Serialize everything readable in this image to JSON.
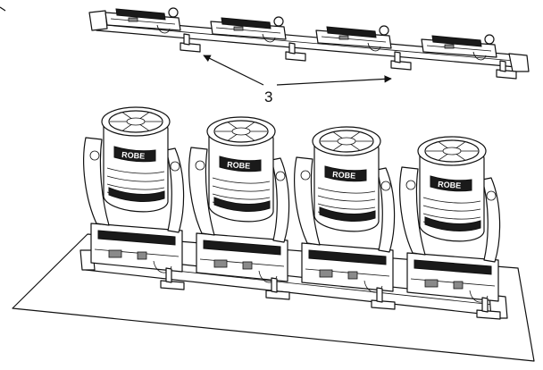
{
  "callout": {
    "label": "3"
  },
  "brand": {
    "logo_text": "ROBE"
  },
  "fixture_count": 4,
  "colors": {
    "line": "#111111",
    "background": "#ffffff"
  }
}
